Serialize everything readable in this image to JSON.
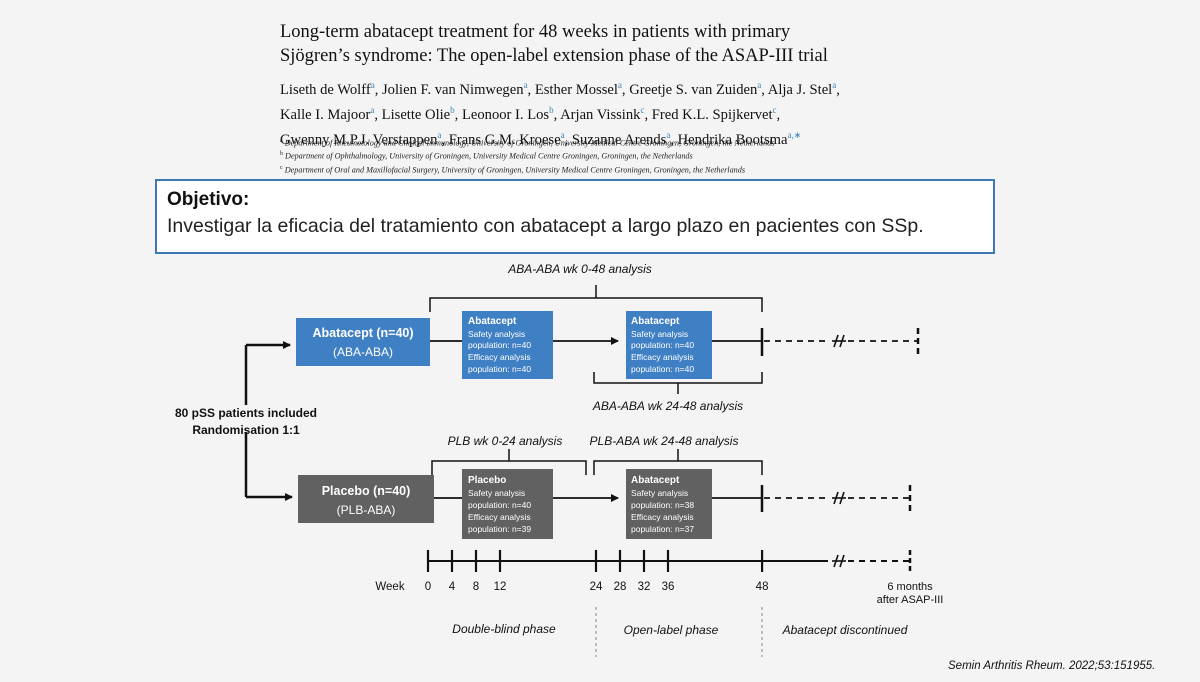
{
  "paper": {
    "title_line1": "Long-term abatacept treatment for 48 weeks in patients with primary",
    "title_line2": "Sjögren’s syndrome: The open-label extension phase of the ASAP-III trial",
    "authors": [
      {
        "name": "Liseth de Wolff",
        "sup": "a"
      },
      {
        "name": "Jolien F. van Nimwegen",
        "sup": "a"
      },
      {
        "name": "Esther Mossel",
        "sup": "a"
      },
      {
        "name": "Greetje S. van Zuiden",
        "sup": "a"
      },
      {
        "name": "Alja J. Stel",
        "sup": "a"
      },
      {
        "name": "Kalle I. Majoor",
        "sup": "a"
      },
      {
        "name": "Lisette Olie",
        "sup": "b"
      },
      {
        "name": "Leonoor I. Los",
        "sup": "b"
      },
      {
        "name": "Arjan Vissink",
        "sup": "c"
      },
      {
        "name": "Fred K.L. Spijkervet",
        "sup": "c"
      },
      {
        "name": "Gwenny M.P.J. Verstappen",
        "sup": "a"
      },
      {
        "name": "Frans G.M. Kroese",
        "sup": "a"
      },
      {
        "name": "Suzanne Arends",
        "sup": "a"
      },
      {
        "name": "Hendrika Bootsma",
        "sup": "a,∗"
      }
    ],
    "affiliations": [
      {
        "sup": "a",
        "text": "Department of Rheumatology and Clinical Immunology, University of Groningen, University Medical Centre Groningen, Groningen, the Netherlands"
      },
      {
        "sup": "b",
        "text": "Department of Ophthalmology, University of Groningen, University Medical Centre Groningen, Groningen, the Netherlands"
      },
      {
        "sup": "c",
        "text": "Department of Oral and Maxillofacial Surgery, University of Groningen, University Medical Centre Groningen, Groningen, the Netherlands"
      }
    ]
  },
  "objective": {
    "heading": "Objetivo:",
    "text": "Investigar la eficacia del tratamiento con abatacept a largo plazo en pacientes con SSp."
  },
  "diagram": {
    "colors": {
      "abatacept": "#3f7fc3",
      "placebo": "#616161",
      "line": "#111111"
    },
    "patients_line1": "80 pSS patients included",
    "patients_line2": "Randomisation  1:1",
    "arm_aba_title": "Abatacept (n=40)",
    "arm_aba_sub": "(ABA-ABA)",
    "arm_plb_title": "Placebo (n=40)",
    "arm_plb_sub": "(PLB-ABA)",
    "box_aba1": {
      "title": "Abatacept",
      "l1": "Safety analysis",
      "l2": "population: n=40",
      "l3": "Efficacy analysis",
      "l4": "population: n=40"
    },
    "box_aba2": {
      "title": "Abatacept",
      "l1": "Safety analysis",
      "l2": "population: n=40",
      "l3": "Efficacy analysis",
      "l4": "population: n=40"
    },
    "box_plb1": {
      "title": "Placebo",
      "l1": "Safety analysis",
      "l2": "population: n=40",
      "l3": "Efficacy analysis",
      "l4": "population: n=39"
    },
    "box_plb2": {
      "title": "Abatacept",
      "l1": "Safety analysis",
      "l2": "population: n=38",
      "l3": "Efficacy analysis",
      "l4": "population: n=37"
    },
    "label_aba_0_48": "ABA-ABA  wk 0-48 analysis",
    "label_aba_24_48": "ABA-ABA  wk 24-48 analysis",
    "label_plb_0_24": "PLB  wk 0-24 analysis",
    "label_plb_24_48": "PLB-ABA  wk 24-48 analysis",
    "timeline_label": "Week",
    "ticks": [
      {
        "label": "0",
        "week": 0
      },
      {
        "label": "4",
        "week": 4
      },
      {
        "label": "8",
        "week": 8
      },
      {
        "label": "12",
        "week": 12
      },
      {
        "label": "24",
        "week": 24
      },
      {
        "label": "28",
        "week": 28
      },
      {
        "label": "32",
        "week": 32
      },
      {
        "label": "36",
        "week": 36
      },
      {
        "label": "48",
        "week": 48
      }
    ],
    "end_line1": "6 months",
    "end_line2": "after ASAP-III",
    "phase1": "Double-blind phase",
    "phase2": "Open-label phase",
    "phase3": "Abatacept discontinued"
  },
  "citation": "Semin Arthritis Rheum. 2022;53:151955."
}
